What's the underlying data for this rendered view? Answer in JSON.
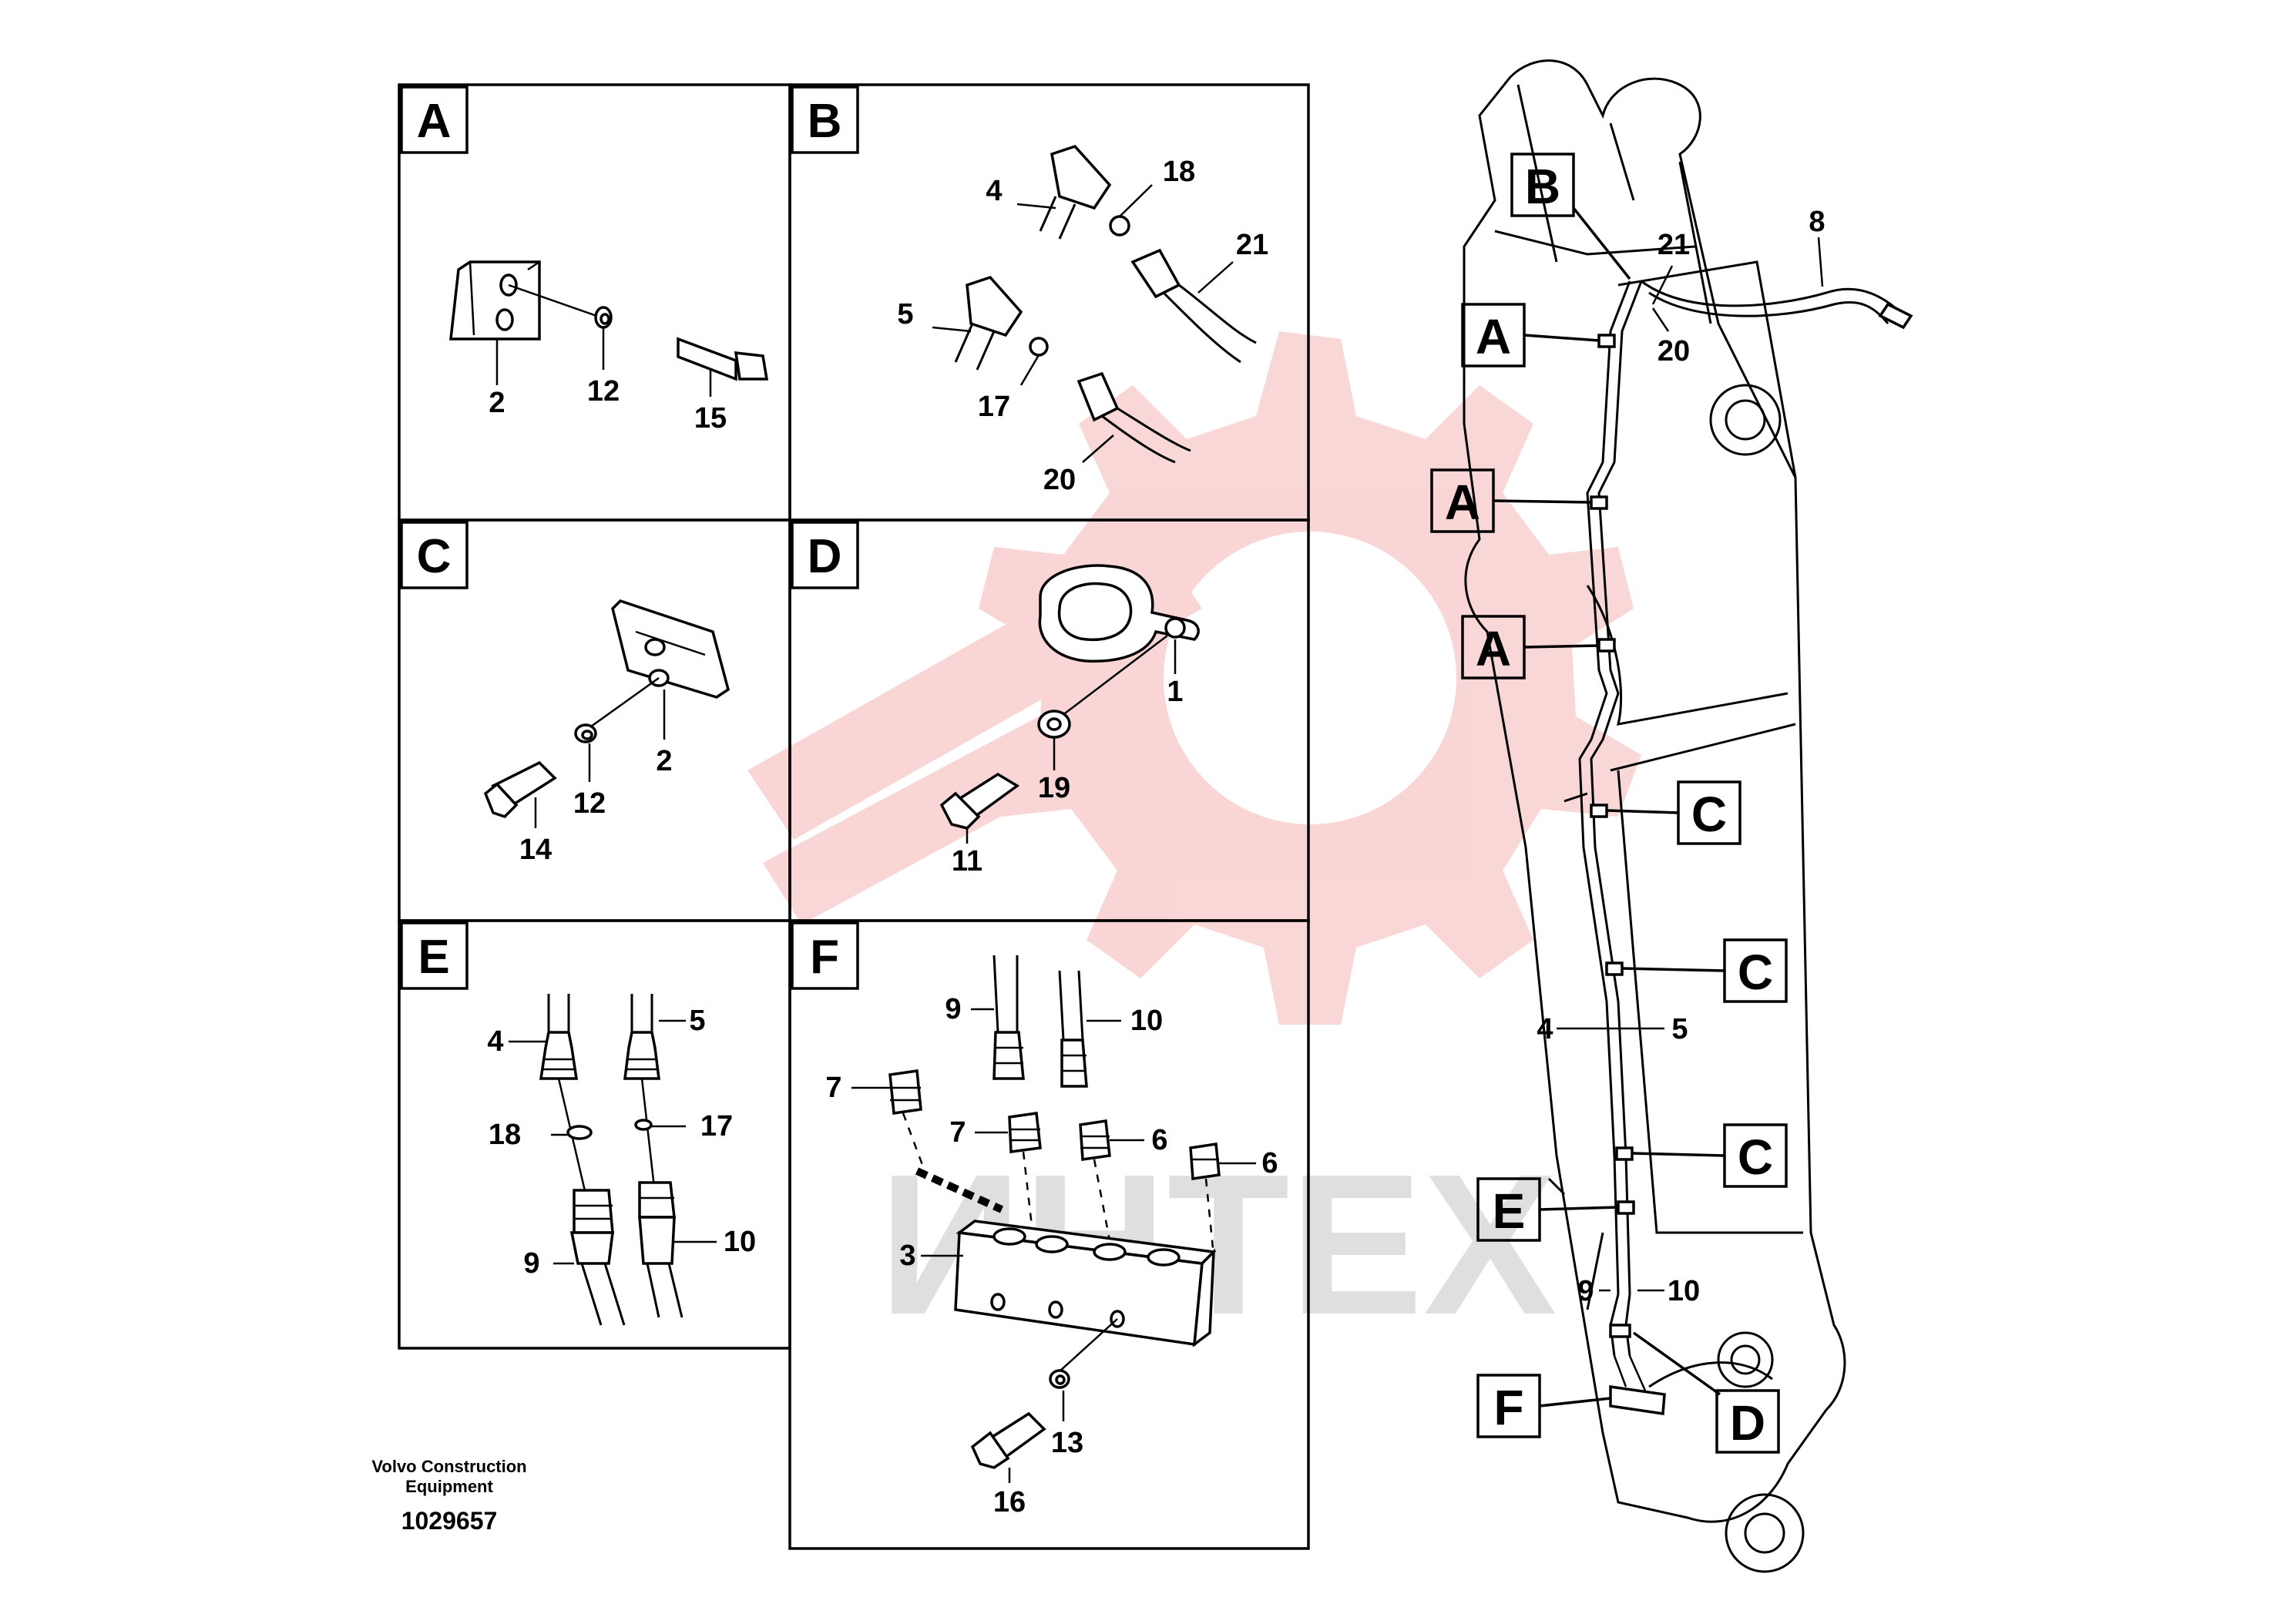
{
  "detail_panels": [
    {
      "letter": "A",
      "callouts": [
        "2",
        "12",
        "15"
      ]
    },
    {
      "letter": "B",
      "callouts": [
        "4",
        "18",
        "21",
        "5",
        "17",
        "20"
      ]
    },
    {
      "letter": "C",
      "callouts": [
        "2",
        "12",
        "14"
      ]
    },
    {
      "letter": "D",
      "callouts": [
        "1",
        "19",
        "11"
      ]
    },
    {
      "letter": "E",
      "callouts": [
        "4",
        "5",
        "18",
        "17",
        "9",
        "10"
      ]
    },
    {
      "letter": "F",
      "callouts": [
        "9",
        "10",
        "7",
        "7",
        "6",
        "6",
        "3",
        "13",
        "16"
      ]
    }
  ],
  "overview": {
    "markers": [
      "B",
      "A",
      "A",
      "A",
      "C",
      "C",
      "C",
      "E",
      "F",
      "D"
    ],
    "callouts": [
      "21",
      "8",
      "20",
      "4",
      "5",
      "9",
      "10"
    ]
  },
  "watermark": "ИНТЕХ",
  "footer": {
    "brand_line1": "Volvo Construction",
    "brand_line2": "Equipment",
    "drawing_number": "1029657"
  }
}
